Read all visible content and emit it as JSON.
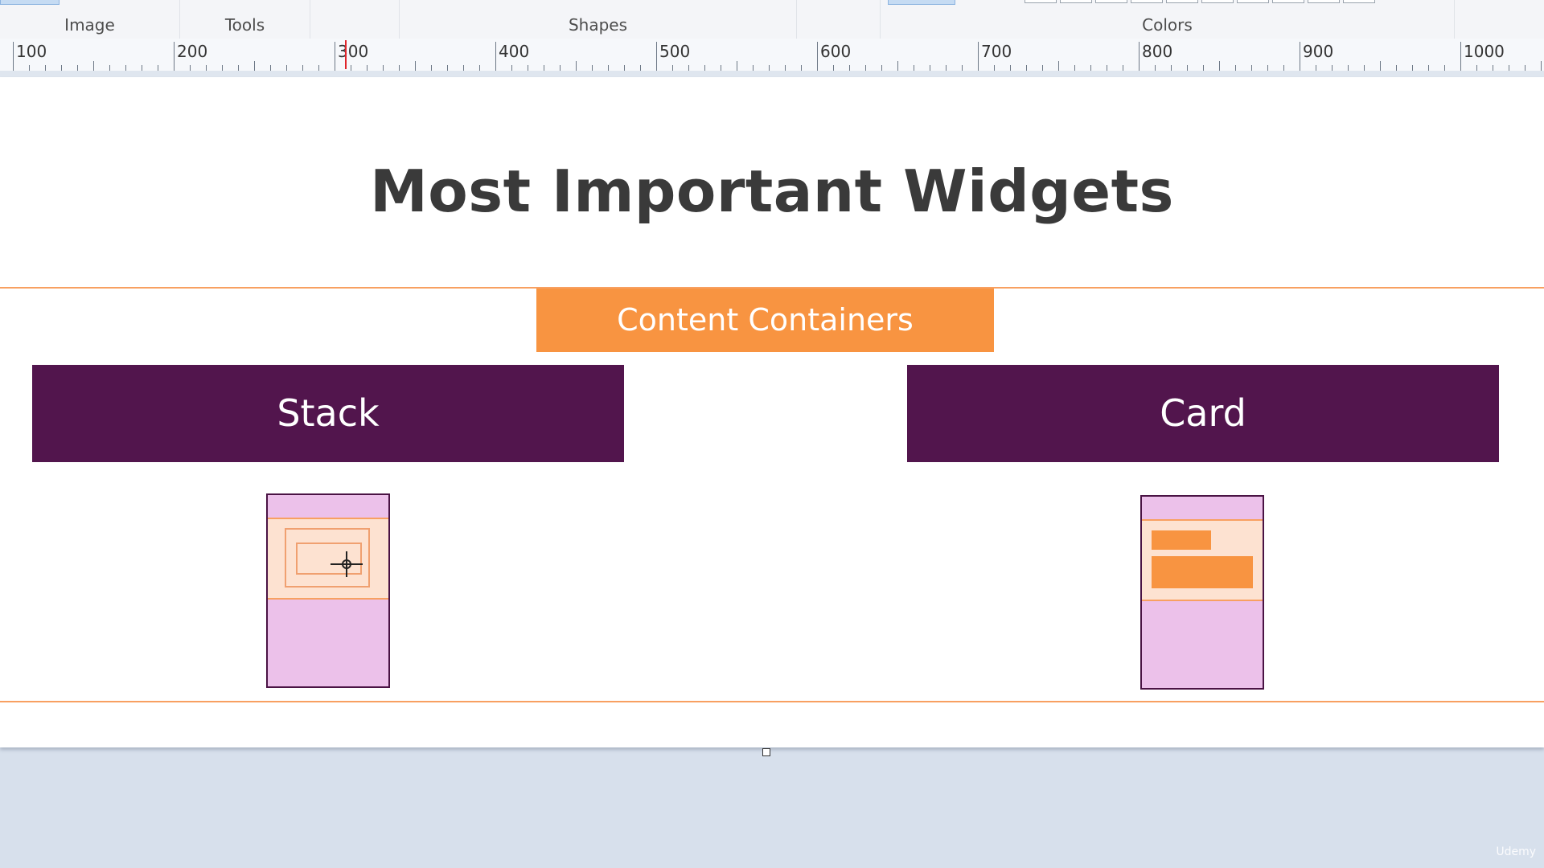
{
  "ribbon": {
    "groups": [
      {
        "label": "Image"
      },
      {
        "label": "Tools"
      },
      {
        "label": "Shapes"
      },
      {
        "label": "Colors"
      }
    ]
  },
  "ruler": {
    "labels": [
      "100",
      "200",
      "300",
      "400",
      "500",
      "600",
      "700",
      "800",
      "900",
      "1000"
    ]
  },
  "canvas": {
    "title": "Most Important Widgets",
    "banner": "Content Containers",
    "left_box": "Stack",
    "right_box": "Card"
  },
  "colors": {
    "orange": "#f89441",
    "purple": "#52154d",
    "pink": "#ecc1ea",
    "peach": "#fde2d1"
  },
  "watermark": "Udemy"
}
